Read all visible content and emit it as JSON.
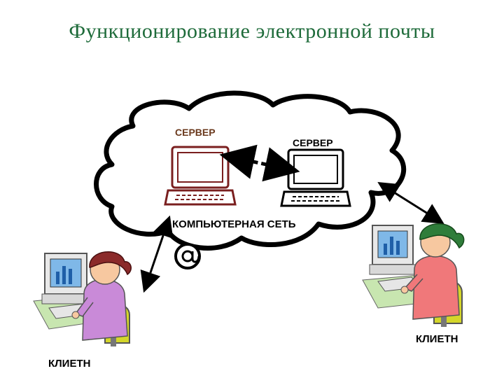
{
  "title": "Функционирование электронной почты",
  "labels": {
    "server_left": "СЕРВЕР",
    "server_right": "СЕРВЕР",
    "network": "КОМПЬЮТЕРНАЯ СЕТЬ",
    "client_left": "КЛИЕТН",
    "client_right": "КЛИЕТН"
  },
  "colors": {
    "title": "#1e6b3a",
    "server_left_label": "#6b3a1e",
    "server_left_laptop": "#7a1f1f",
    "cloud_outline": "#000000",
    "client_left_shirt": "#c98ad8",
    "client_left_hair": "#8b2a2a",
    "client_right_shirt": "#f0787a",
    "client_right_hair": "#2f7d3a",
    "chair": "#d4d62a",
    "monitor_screen": "#7fb8e8"
  },
  "icons": {
    "at_sign": "at-sign-icon"
  }
}
